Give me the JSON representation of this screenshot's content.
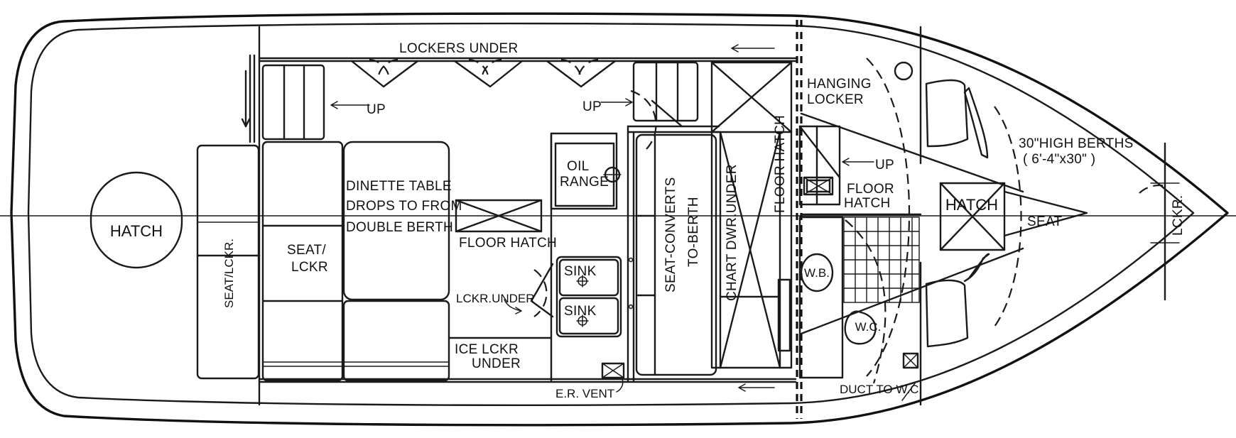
{
  "labels": {
    "lockers_under": "LOCKERS UNDER",
    "up_left": "UP",
    "up_mid": "UP",
    "up_right": "UP",
    "hatch_aft": "HATCH",
    "seat_lckr_aft": "SEAT/LCKR.",
    "seat_lckr": "SEAT/",
    "seat_lckr_2": "LCKR",
    "dinette_1": "DINETTE TABLE",
    "dinette_2": "DROPS TO FROM",
    "dinette_3": "DOUBLE BERTH",
    "floor_hatch_mid": "FLOOR HATCH",
    "oil_range_1": "OIL",
    "oil_range_2": "RANGE",
    "sink_1": "SINK",
    "sink_2": "SINK",
    "lckr_under": "LCKR.UNDER",
    "ice_lckr_1": "ICE LCKR",
    "ice_lckr_2": "UNDER",
    "er_vent": "E.R. VENT",
    "seat_converts_1": "SEAT-CONVERTS",
    "seat_converts_2": "TO-BERTH",
    "chart_dwr": "CHART DWR.UNDER",
    "floor_hatch_vert": "FLOOR HATCH",
    "hanging_locker_1": "HANGING",
    "hanging_locker_2": "LOCKER",
    "floor_hatch_fwd_1": "FLOOR",
    "floor_hatch_fwd_2": "HATCH",
    "wb": "W.B.",
    "wc": "W.C.",
    "duct_to_wc": "DUCT TO W.C.",
    "hatch_fwd": "HATCH",
    "seat_fwd": "SEAT",
    "berths_1": "30\"HIGH BERTHS",
    "berths_2": "( 6'-4\"x30\" )",
    "lckr_bow": "LCKR."
  }
}
